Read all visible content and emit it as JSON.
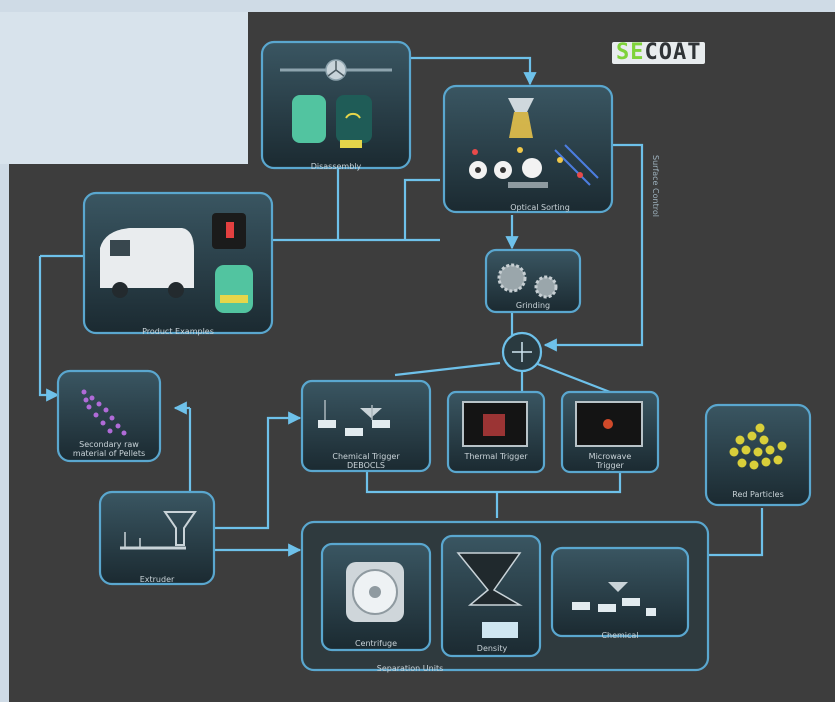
{
  "logo": {
    "part1": "SE",
    "part2": "COAT"
  },
  "nodes": {
    "disassembly": "Disassembly",
    "optical_sorting": "Optical Sorting",
    "grinding": "Grinding",
    "product_examples": "Product Examples",
    "secondary_raw_material": "Secondary raw material of Pellets",
    "chemical_trigger": "Chemical Trigger DEBOCLS",
    "thermal_trigger": "Thermal Trigger",
    "microwave_trigger": "Microwave Trigger",
    "extruder": "Extruder",
    "red_particles": "Red Particles",
    "centrifuge": "Centrifuge",
    "density": "Density",
    "chemical": "Chemical",
    "separation_units": "Separation Units",
    "surface_control": "Surface Control"
  },
  "colors": {
    "background": "#3d3d3d",
    "box": "#27373f",
    "border": "#5aa7cf",
    "connector": "#6ec1ea"
  }
}
